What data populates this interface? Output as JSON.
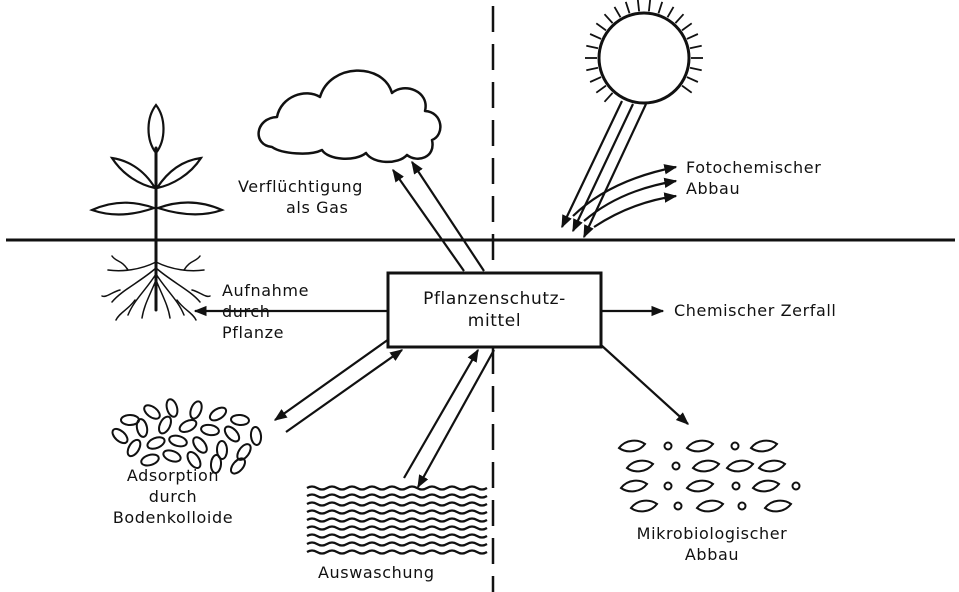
{
  "diagram": {
    "center_box": [
      "Pflanzenschutz-",
      "mittel"
    ],
    "labels": {
      "volatilization": [
        "Verflüchtigung",
        "als Gas"
      ],
      "photochemical": [
        "Fotochemischer",
        "Abbau"
      ],
      "uptake": [
        "Aufnahme",
        "durch",
        "Pflanze"
      ],
      "chemical": [
        "Chemischer Zerfall"
      ],
      "adsorption": [
        "Adsorption",
        "durch",
        "Bodenkolloide"
      ],
      "leaching": [
        "Auswaschung"
      ],
      "microbial": [
        "Mikrobiologischer",
        "Abbau"
      ]
    },
    "icons": [
      "plant-icon",
      "cloud-icon",
      "sun-icon",
      "soil-particles-icon",
      "water-waves-icon",
      "microbes-icon"
    ],
    "colors": {
      "ink": "#111111",
      "paper": "#ffffff"
    }
  }
}
